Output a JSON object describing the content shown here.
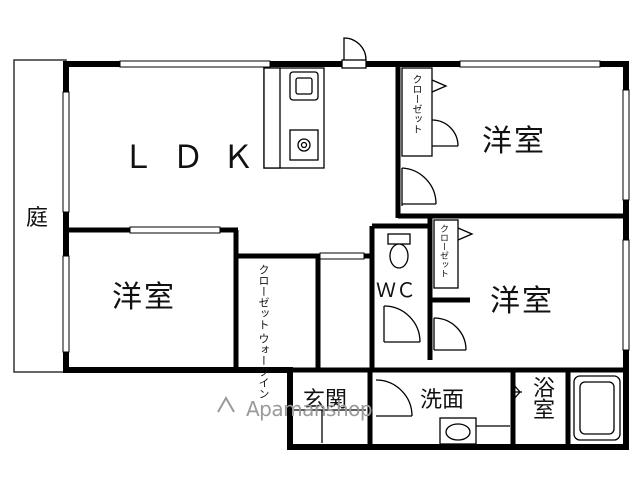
{
  "rooms": {
    "garden": "庭",
    "ldk": "ＬＤＫ",
    "western_room_left": "洋室",
    "western_room_top_right": "洋室",
    "western_room_bottom_right": "洋室",
    "closet_top": "クローゼット",
    "closet_right": "クローゼット",
    "walk_in_closet_line1": "ウォークイン",
    "walk_in_closet_line2": "クローゼット",
    "wc": "ＷＣ",
    "entrance": "玄関",
    "washroom": "洗面",
    "bath": "浴室"
  },
  "watermark": "Apamanshop"
}
